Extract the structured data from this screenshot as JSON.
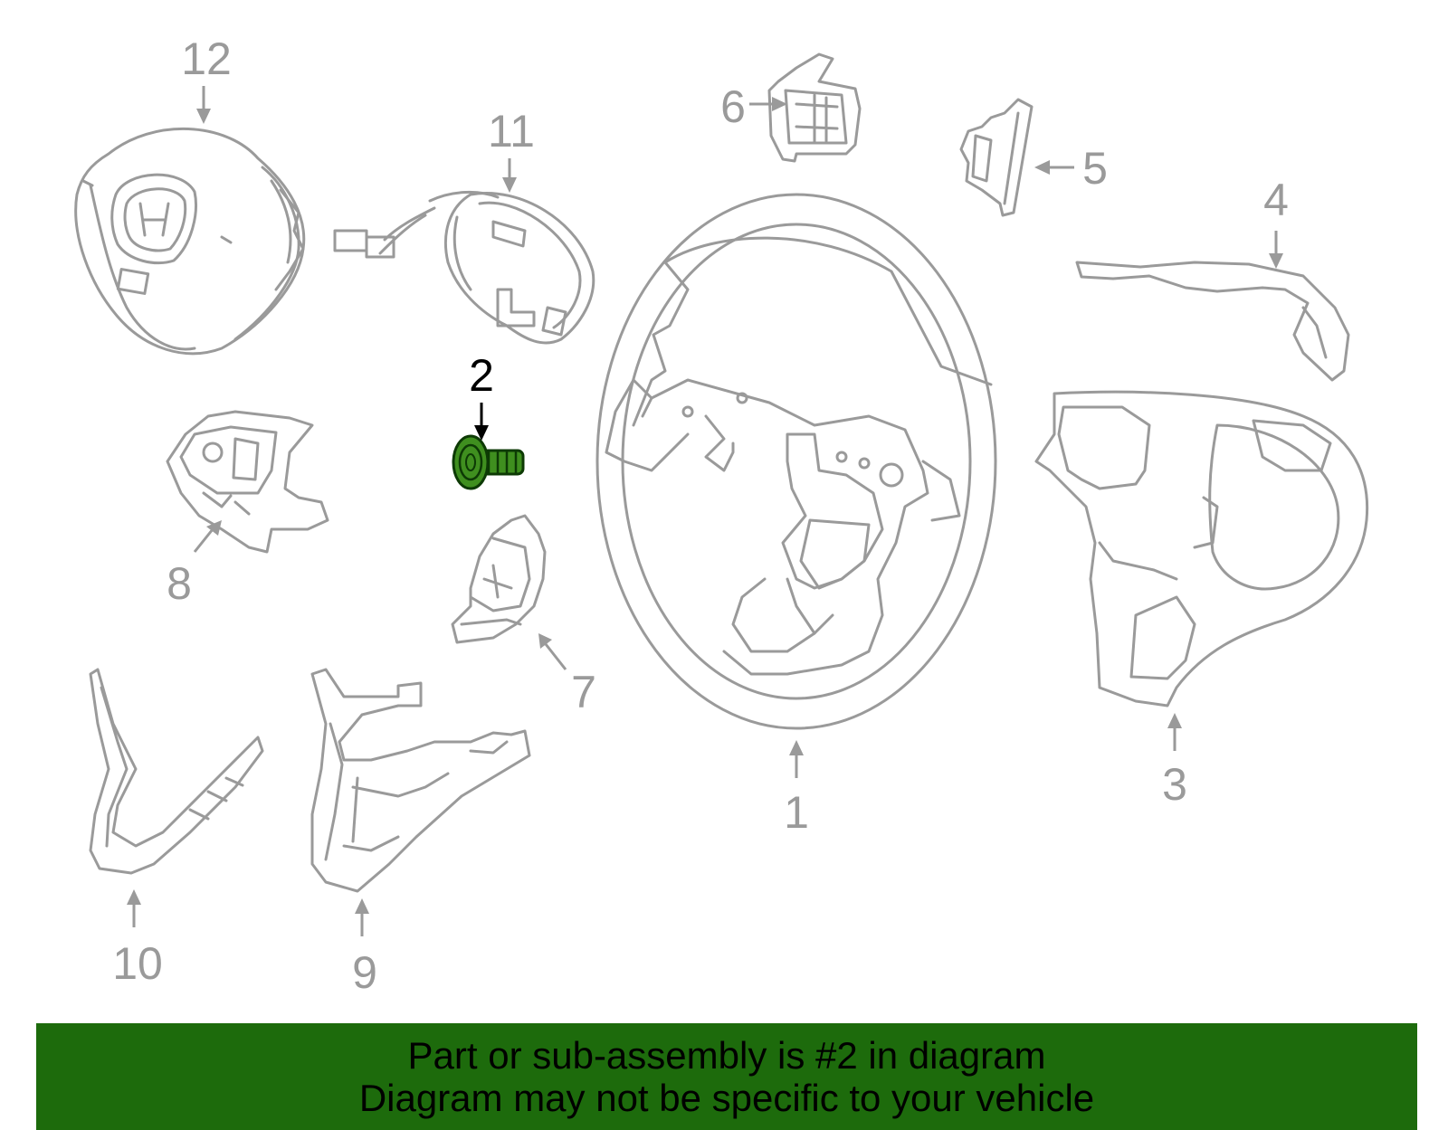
{
  "callouts": {
    "c1": "1",
    "c2": "2",
    "c3": "3",
    "c4": "4",
    "c5": "5",
    "c6": "6",
    "c7": "7",
    "c8": "8",
    "c9": "9",
    "c10": "10",
    "c11": "11",
    "c12": "12"
  },
  "highlighted_part": "2",
  "colors": {
    "line": "#9a9a9a",
    "highlight_fill": "#3f8f1f",
    "banner_bg": "#1d6b0c",
    "banner_text": "#000000"
  },
  "banner": {
    "line1": "Part or sub-assembly is #2 in diagram",
    "line2": "Diagram may not be specific to your vehicle"
  },
  "icons": {
    "logo": "honda-h-logo-icon"
  }
}
